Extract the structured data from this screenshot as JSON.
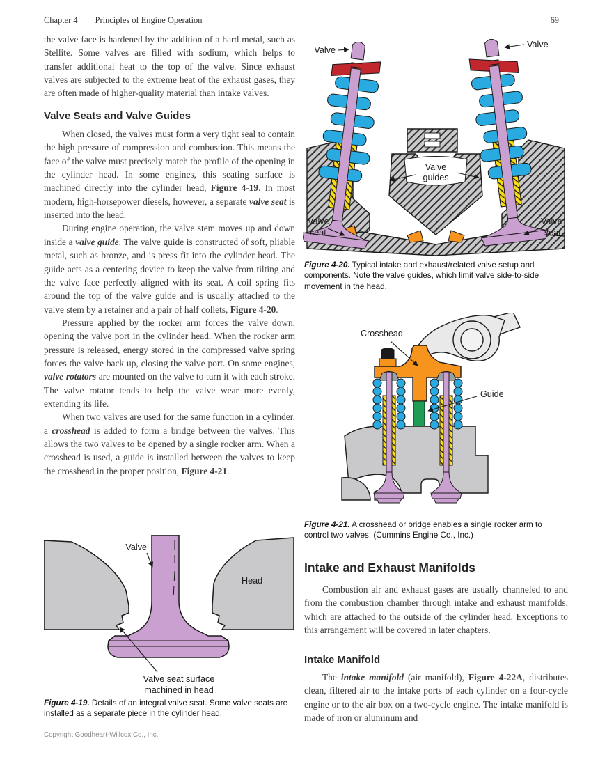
{
  "header": {
    "chapter": "Chapter 4",
    "title": "Principles of Engine Operation",
    "page_number": "69"
  },
  "left_column": {
    "p1": [
      {
        "text": "the valve face is hardened by the addition of a hard metal, such as Stellite. Some valves are filled with sodium, which helps to transfer additional heat to the top of the valve. Since exhaust valves are subjected to the extreme heat of the exhaust gases, they are often made of higher-quality material than intake valves."
      }
    ],
    "section_heading": "Valve Seats and Valve Guides",
    "p2": [
      {
        "text": "When closed, the valves must form a very tight seal to contain the high pressure of compression and combustion. This means the face of the valve must precisely match the profile of the opening in the cylinder head. In some engines, this seating surface is machined directly into the cylinder head, "
      },
      {
        "text": "Figure 4-19",
        "style": "b"
      },
      {
        "text": ". In most modern, high-horsepower diesels, however, a separate "
      },
      {
        "text": "valve seat",
        "style": "bi"
      },
      {
        "text": " is inserted into the head."
      }
    ],
    "p3": [
      {
        "text": "During engine operation, the valve stem moves up and down inside a "
      },
      {
        "text": "valve guide",
        "style": "bi"
      },
      {
        "text": ". The valve guide is constructed of soft, pliable metal, such as bronze, and is press fit into the cylinder head. The guide acts as a centering device to keep the valve from tilting and the valve face perfectly aligned with its seat. A coil spring fits around the top of the valve guide and is usually attached to the valve stem by a retainer and a pair of half collets, "
      },
      {
        "text": "Figure 4-20",
        "style": "b"
      },
      {
        "text": "."
      }
    ],
    "p4": [
      {
        "text": "Pressure applied by the rocker arm forces the valve down, opening the valve port in the cylinder head. When the rocker arm pressure is released, energy stored in the compressed valve spring forces the valve back up, closing the valve port. On some engines, "
      },
      {
        "text": "valve rotators",
        "style": "bi"
      },
      {
        "text": " are mounted on the valve to turn it with each stroke. The valve rotator tends to help the valve wear more evenly, extending its life."
      }
    ],
    "p5": [
      {
        "text": "When two valves are used for the same function in a cylinder, a "
      },
      {
        "text": "crosshead",
        "style": "bi"
      },
      {
        "text": " is added to form a bridge between the valves. This allows the two valves to be opened by a single rocker arm. When a crosshead is used, a guide is installed between the valves to keep the crosshead in the proper position, "
      },
      {
        "text": "Figure 4-21",
        "style": "b"
      },
      {
        "text": "."
      }
    ]
  },
  "figure_4_19": {
    "labels": {
      "valve": "Valve",
      "head": "Head",
      "seat_line1": "Valve seat surface",
      "seat_line2": "machined in head"
    },
    "caption": [
      {
        "text": "Figure 4-19.",
        "style": "bi"
      },
      {
        "text": " Details of an integral valve seat. Some valve seats are installed as a separate piece in the cylinder head."
      }
    ]
  },
  "figure_4_20": {
    "labels": {
      "valve_left": "Valve",
      "valve_right": "Valve",
      "guides_line1": "Valve",
      "guides_line2": "guides",
      "seat_left_line1": "Valve",
      "seat_left_line2": "seat",
      "seat_right_line1": "Valve",
      "seat_right_line2": "seat"
    },
    "caption": [
      {
        "text": "Figure 4-20.",
        "style": "bi"
      },
      {
        "text": " Typical intake and exhaust/related valve setup and components. Note the valve guides, which limit valve side-to-side movement in the head."
      }
    ]
  },
  "figure_4_21": {
    "labels": {
      "crosshead": "Crosshead",
      "guide": "Guide"
    },
    "caption": [
      {
        "text": "Figure 4-21.",
        "style": "bi"
      },
      {
        "text": " A crosshead or bridge enables a single rocker arm to control two valves. (Cummins Engine Co., Inc.)"
      }
    ]
  },
  "right_column": {
    "section_heading": "Intake and Exhaust Manifolds",
    "p1": [
      {
        "text": "Combustion air and exhaust gases are usually channeled to and from the combustion chamber through intake and exhaust manifolds, which are attached to the outside of the cylinder head. Exceptions to this arrangement will be covered in later chapters."
      }
    ],
    "subheading": "Intake Manifold",
    "p2": [
      {
        "text": "The "
      },
      {
        "text": "intake manifold",
        "style": "bi"
      },
      {
        "text": " (air manifold), "
      },
      {
        "text": "Figure 4-22A",
        "style": "b"
      },
      {
        "text": ", distributes clean, filtered air to the intake ports of each cylinder on a four-cycle engine or to the air box on a two-cycle engine. The intake manifold is made of iron or aluminum and"
      }
    ]
  },
  "footer": {
    "copyright": "Copyright Goodheart-Willcox Co., Inc."
  },
  "colors": {
    "valve_purple": "#C9A0CF",
    "spring_blue": "#29ABE2",
    "retainer_red": "#C1272D",
    "guide_yellow": "#F9DD16",
    "seat_orange": "#F7941E",
    "crosshead_orange": "#F7941E",
    "guide_green": "#1F9D55",
    "head_gray": "#C9C9CB",
    "rocker_gray": "#E9E9E9",
    "nut_black": "#1a1a1a"
  }
}
